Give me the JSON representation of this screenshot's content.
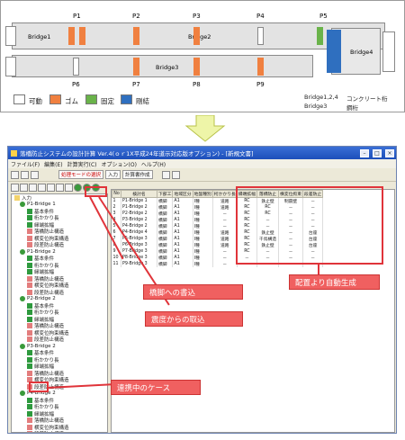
{
  "diagram": {
    "piers": [
      "P1",
      "P2",
      "P3",
      "P4",
      "P5",
      "P6",
      "P7",
      "P8",
      "P9"
    ],
    "bridges": [
      "Bridge1",
      "Bridge2",
      "Bridge3",
      "Bridge4"
    ],
    "legend": [
      {
        "label": "可動",
        "color": "#ffffff"
      },
      {
        "label": "ゴム",
        "color": "#f08040"
      },
      {
        "label": "固定",
        "color": "#6ab34a"
      },
      {
        "label": "剛結",
        "color": "#2f6fbf"
      }
    ],
    "material_note": {
      "line1_bridges": "Bridge1,2,4",
      "line1_type": "コンクリート桁",
      "line2_bridges": "Bridge3",
      "line2_type": "鋼桁"
    },
    "colors": {
      "rubber": "#f08040",
      "fixed": "#6ab34a",
      "rigid": "#2f6fbf"
    }
  },
  "app": {
    "title": "落橋防止システムの設計計算 Ver.4(ｏｒ1X平成24年道示対応版オプション) - [新規文書]",
    "menu": [
      "ファイル(F)",
      "編集(E)",
      "計算実行(C)",
      "オプション(O)",
      "ヘルプ(H)"
    ],
    "toolbar_tabs": [
      "処理モードの選択",
      "入力",
      "計算書作成"
    ],
    "tree": {
      "root": "入力",
      "groups": [
        {
          "name": "P1-Bridge 1",
          "children": [
            "基本条件",
            "桁かかり長",
            "縁端拡幅",
            "落橋防止構造",
            "横変位拘束構造",
            "段差防止構造"
          ]
        },
        {
          "name": "P1-Bridge 2",
          "children": [
            "基本条件",
            "桁かかり長",
            "縁端拡幅",
            "落橋防止構造",
            "横変位拘束構造",
            "段差防止構造"
          ]
        },
        {
          "name": "P2-Bridge 2",
          "children": [
            "基本条件",
            "桁かかり長",
            "縁端拡幅",
            "落橋防止構造",
            "横変位拘束構造",
            "段差防止構造"
          ]
        },
        {
          "name": "P3-Bridge 2",
          "children": [
            "基本条件",
            "桁かかり長",
            "縁端拡幅",
            "落橋防止構造",
            "横変位拘束構造",
            "段差防止構造"
          ]
        },
        {
          "name": "P4-Bridge 2",
          "children": [
            "基本条件",
            "桁かかり長",
            "縁端拡幅",
            "落橋防止構造",
            "横変位拘束構造",
            "段差防止構造"
          ]
        }
      ]
    },
    "grid": {
      "headers": [
        "No",
        "検討名",
        "下部工",
        "地域区分",
        "地盤種別",
        "桁かかり長",
        "縁端拡幅",
        "落橋防止",
        "横変位拘束",
        "段差防止"
      ],
      "rows": [
        [
          "1",
          "P1-Bridge 1",
          "橋脚",
          "A1",
          "Ⅰ種",
          "道路",
          "RC",
          "鉄止壁",
          "制震壁",
          "－"
        ],
        [
          "2",
          "P1-Bridge 2",
          "橋脚",
          "A1",
          "Ⅰ種",
          "道路",
          "RC",
          "RC",
          "－",
          "－"
        ],
        [
          "3",
          "P2-Bridge 2",
          "橋脚",
          "A1",
          "Ⅰ種",
          "－",
          "RC",
          "RC",
          "－",
          "－"
        ],
        [
          "4",
          "P3-Bridge 2",
          "橋脚",
          "A1",
          "Ⅰ種",
          "－",
          "RC",
          "－",
          "－",
          "－"
        ],
        [
          "5",
          "P4-Bridge 2",
          "橋脚",
          "A1",
          "Ⅰ種",
          "－",
          "RC",
          "－",
          "－",
          "－"
        ],
        [
          "6",
          "P4-Bridge 4",
          "橋脚",
          "A1",
          "Ⅰ種",
          "道路",
          "RC",
          "鉄止壁",
          "－",
          "台座"
        ],
        [
          "7",
          "P5-Bridge 3",
          "橋脚",
          "A1",
          "Ⅰ種",
          "道路",
          "RC",
          "千鳥構造",
          "－",
          "台座"
        ],
        [
          "8",
          "P6-Bridge 3",
          "橋脚",
          "A1",
          "Ⅰ種",
          "道路",
          "RC",
          "鉄止壁",
          "－",
          "台座"
        ],
        [
          "9",
          "P7-Bridge 3",
          "橋脚",
          "A1",
          "Ⅰ種",
          "－",
          "RC",
          "－",
          "－",
          "－"
        ],
        [
          "10",
          "P8-Bridge 3",
          "橋脚",
          "A1",
          "Ⅰ種",
          "－",
          "－",
          "－",
          "－",
          "－"
        ],
        [
          "11",
          "P9-Bridge 3",
          "橋脚",
          "A1",
          "Ⅰ種",
          "－",
          "－",
          "－",
          "－",
          "－"
        ]
      ]
    }
  },
  "callouts": {
    "write_to_pier": "橋脚への書込",
    "import_from_seismic": "震度からの取込",
    "linked_case": "連携中のケース",
    "auto_generate": "配置より自動生成"
  },
  "accent": "#e0343a"
}
